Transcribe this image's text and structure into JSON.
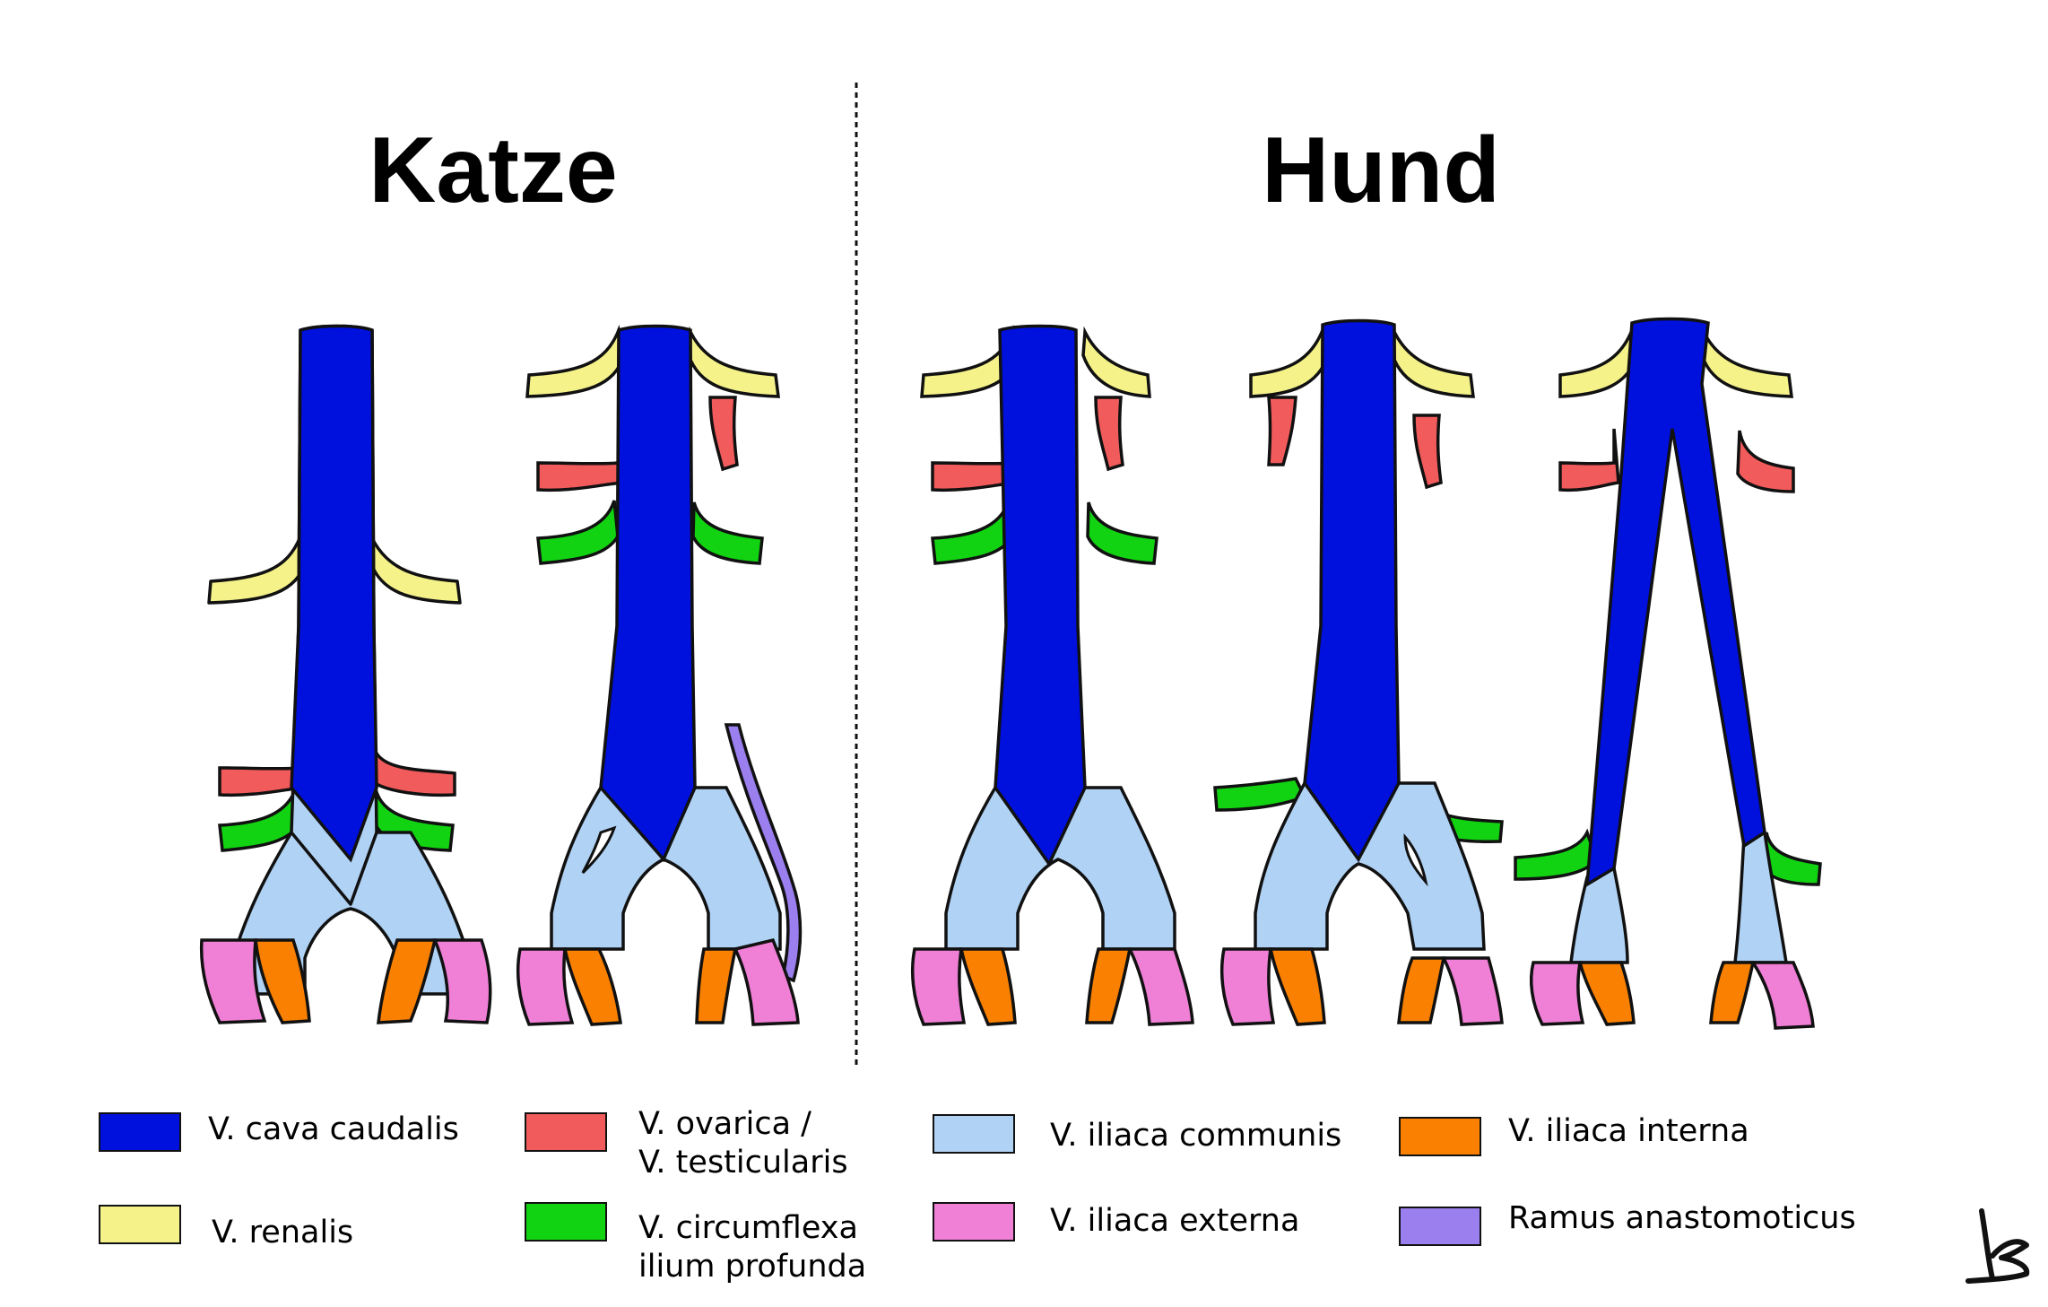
{
  "titles": {
    "left": "Katze",
    "right": "Hund"
  },
  "colors": {
    "cava": "#0010dd",
    "renalis": "#f5f28a",
    "ovarica": "#f25b5b",
    "circumflexa": "#12d312",
    "communis": "#b0d2f4",
    "externa": "#f07fd6",
    "interna": "#f98000",
    "anastomoticus": "#9b7fee",
    "outline": "#111111"
  },
  "legend": [
    {
      "key": "cava",
      "lines": [
        "V. cava caudalis"
      ]
    },
    {
      "key": "renalis",
      "lines": [
        "V. renalis"
      ]
    },
    {
      "key": "ovarica",
      "lines": [
        "V. ovarica /",
        "V. testicularis"
      ]
    },
    {
      "key": "circumflexa",
      "lines": [
        "V. circumflexa",
        "ilium profunda"
      ]
    },
    {
      "key": "communis",
      "lines": [
        "V. iliaca communis"
      ]
    },
    {
      "key": "externa",
      "lines": [
        "V. iliaca externa"
      ]
    },
    {
      "key": "interna",
      "lines": [
        "V. iliaca interna"
      ]
    },
    {
      "key": "anastomoticus",
      "lines": [
        "Ramus anastomoticus"
      ]
    }
  ],
  "signature_icon": "signature-icon"
}
